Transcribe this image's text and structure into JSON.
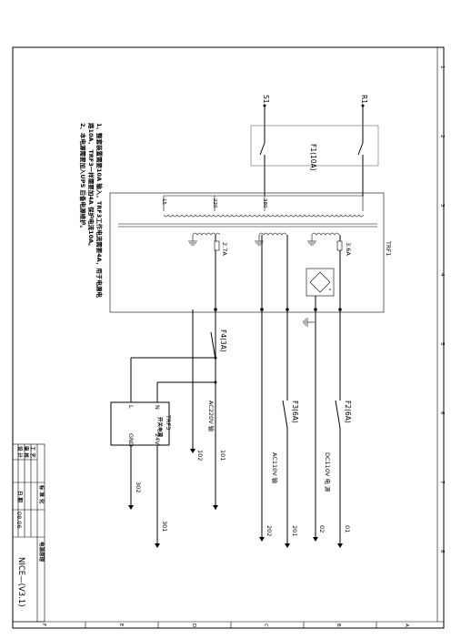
{
  "sheet": {
    "grid_numbers": [
      "1",
      "2",
      "3",
      "4",
      "5",
      "6",
      "7",
      "8"
    ],
    "grid_letters": [
      "A",
      "B",
      "C",
      "D",
      "E",
      "F"
    ]
  },
  "notes": {
    "line1": "1、整套装置需要10A 输入，TRF3工作电流需要4A，用于电源电",
    "line2": "   路10A， TRF3一样需要加4A 保护电流10A。",
    "line3": "2、本电源需要加入UPS 后备电源维护。"
  },
  "power_inputs": {
    "s1": "S1",
    "r1": "R1"
  },
  "breaker": {
    "label": "F1(10A)"
  },
  "transformer": {
    "label": "TRF1",
    "taps": [
      "15",
      "220",
      "380"
    ],
    "secondaries": [
      {
        "fuse": "2.7A"
      },
      {
        "fuse": "3.6A"
      }
    ]
  },
  "fuses": {
    "f4": "F4(3A)",
    "f3": "F3(6A)",
    "f2": "F2(6A)"
  },
  "branches": {
    "ac220": "AC220V 输",
    "ac110": "AC110V 输",
    "dc110": "DC110V 电 源"
  },
  "psu": {
    "label": "TRF3",
    "sublabel": "开关电源",
    "pin_l": "L",
    "pin_n": "N",
    "pin_gnd": "GND",
    "pin_24v": "24V"
  },
  "terminals": [
    "101",
    "102",
    "201",
    "202",
    "01",
    "02",
    "301",
    "302"
  ],
  "title_block": {
    "drawing_number": "NICE—(V3.1)",
    "drawing_title": "电源原理",
    "date_label": "日 期",
    "date_value": "08.06",
    "designer_label": "标 准 化",
    "rows": [
      "设 计",
      "审 核",
      "工 艺"
    ]
  }
}
